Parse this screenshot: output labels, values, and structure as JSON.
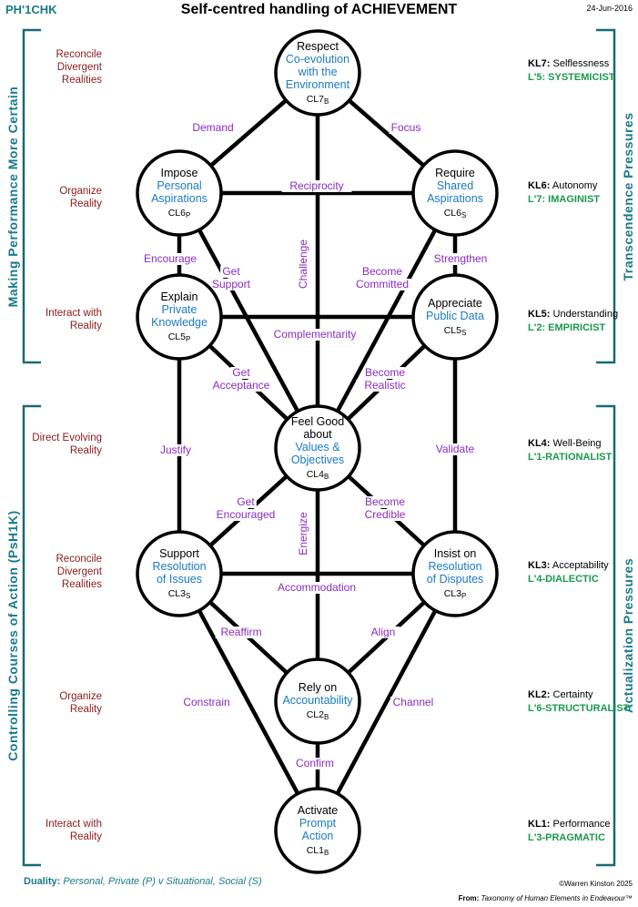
{
  "header": {
    "code": "PH'1CHK",
    "title": "Self-centred handling of ACHIEVEMENT",
    "date": "24-Jun-2016"
  },
  "left_bands": {
    "top": "Making Performance More Certain",
    "bottom": "Controlling Courses of Action (PsH1K)"
  },
  "right_bands": {
    "top": "Transcendence Pressures",
    "bottom": "Actualization Pressures"
  },
  "levels_top": [
    "Reconcile Divergent Realities",
    "Organize Reality",
    "Interact with Reality"
  ],
  "levels_bottom": [
    "Direct Evolving Reality",
    "Reconcile Divergent Realities",
    "Organize Reality",
    "Interact with Reality"
  ],
  "kl": [
    {
      "code": "KL7:",
      "name": "Selflessness",
      "l": "L'5: SYSTEMICIST"
    },
    {
      "code": "KL6:",
      "name": "Autonomy",
      "l": "L'7: IMAGINIST"
    },
    {
      "code": "KL5:",
      "name": "Understanding",
      "l": "L'2: EMPIRICIST"
    },
    {
      "code": "KL4:",
      "name": "Well-Being",
      "l": "L'1-RATIONALIST"
    },
    {
      "code": "KL3:",
      "name": "Acceptability",
      "l": "L'4-DIALECTIC"
    },
    {
      "code": "KL2:",
      "name": "Certainty",
      "l": "L'6-STRUCTURALIST"
    },
    {
      "code": "KL1:",
      "name": "Performance",
      "l": "L'3-PRAGMATIC"
    }
  ],
  "nodes": {
    "cl7": {
      "black": [
        "Respect"
      ],
      "blue": [
        "Co-evolution",
        "with the",
        "Environment"
      ],
      "code": "CL7",
      "sub": "B"
    },
    "cl6p": {
      "black": [
        "Impose"
      ],
      "blue": [
        "Personal",
        "Aspirations"
      ],
      "code": "CL6",
      "sub": "P"
    },
    "cl6s": {
      "black": [
        "Require"
      ],
      "blue": [
        "Shared",
        "Aspirations"
      ],
      "code": "CL6",
      "sub": "S"
    },
    "cl5p": {
      "black": [
        "Explain"
      ],
      "blue": [
        "Private",
        "Knowledge"
      ],
      "code": "CL5",
      "sub": "P"
    },
    "cl5s": {
      "black": [
        "Appreciate"
      ],
      "blue": [
        "Public Data"
      ],
      "code": "CL5",
      "sub": "S"
    },
    "cl4": {
      "black": [
        "Feel Good",
        "about"
      ],
      "blue": [
        "Values &",
        "Objectives"
      ],
      "code": "CL4",
      "sub": "B"
    },
    "cl3s": {
      "black": [
        "Support"
      ],
      "blue": [
        "Resolution",
        "of Issues"
      ],
      "code": "CL3",
      "sub": "S"
    },
    "cl3p": {
      "black": [
        "Insist on"
      ],
      "blue": [
        "Resolution",
        "of Disputes"
      ],
      "code": "CL3",
      "sub": "P"
    },
    "cl2": {
      "black": [
        "Rely on"
      ],
      "blue": [
        "Accountability"
      ],
      "code": "CL2",
      "sub": "B"
    },
    "cl1": {
      "black": [
        "Activate"
      ],
      "blue": [
        "Prompt",
        "Action"
      ],
      "code": "CL1",
      "sub": "B"
    }
  },
  "edge_labels": {
    "demand": "Demand",
    "focus": "Focus",
    "reciprocity": "Reciprocity",
    "challenge": "Challenge",
    "encourage": "Encourage",
    "strengthen": "Strengthen",
    "get_support": [
      "Get",
      "Support"
    ],
    "become_committed": [
      "Become",
      "Committed"
    ],
    "complementarity": "Complementarity",
    "get_acceptance": [
      "Get",
      "Acceptance"
    ],
    "become_realistic": [
      "Become",
      "Realistic"
    ],
    "justify": "Justify",
    "validate": "Validate",
    "get_encouraged": [
      "Get",
      "Encouraged"
    ],
    "become_credible": [
      "Become",
      "Credible"
    ],
    "energize": "Energize",
    "accommodation": "Accommodation",
    "reaffirm": "Reaffirm",
    "align": "Align",
    "constrain": "Constrain",
    "channel": "Channel",
    "confirm": "Confirm"
  },
  "footer": {
    "duality_label": "Duality:",
    "duality_text": "Personal, Private (P)  v  Situational, Social (S)",
    "copyright": "©Warren Kinston 2025",
    "from_label": "From:",
    "from_text": "Taxonomy of Human Elements in Endeavour™"
  },
  "colors": {
    "teal": "#1a7a8c",
    "level_red": "#8b1a1a",
    "label_purple": "#8a2bc0",
    "node_blue": "#1a7bc4",
    "kl_green": "#1a9a4a"
  }
}
